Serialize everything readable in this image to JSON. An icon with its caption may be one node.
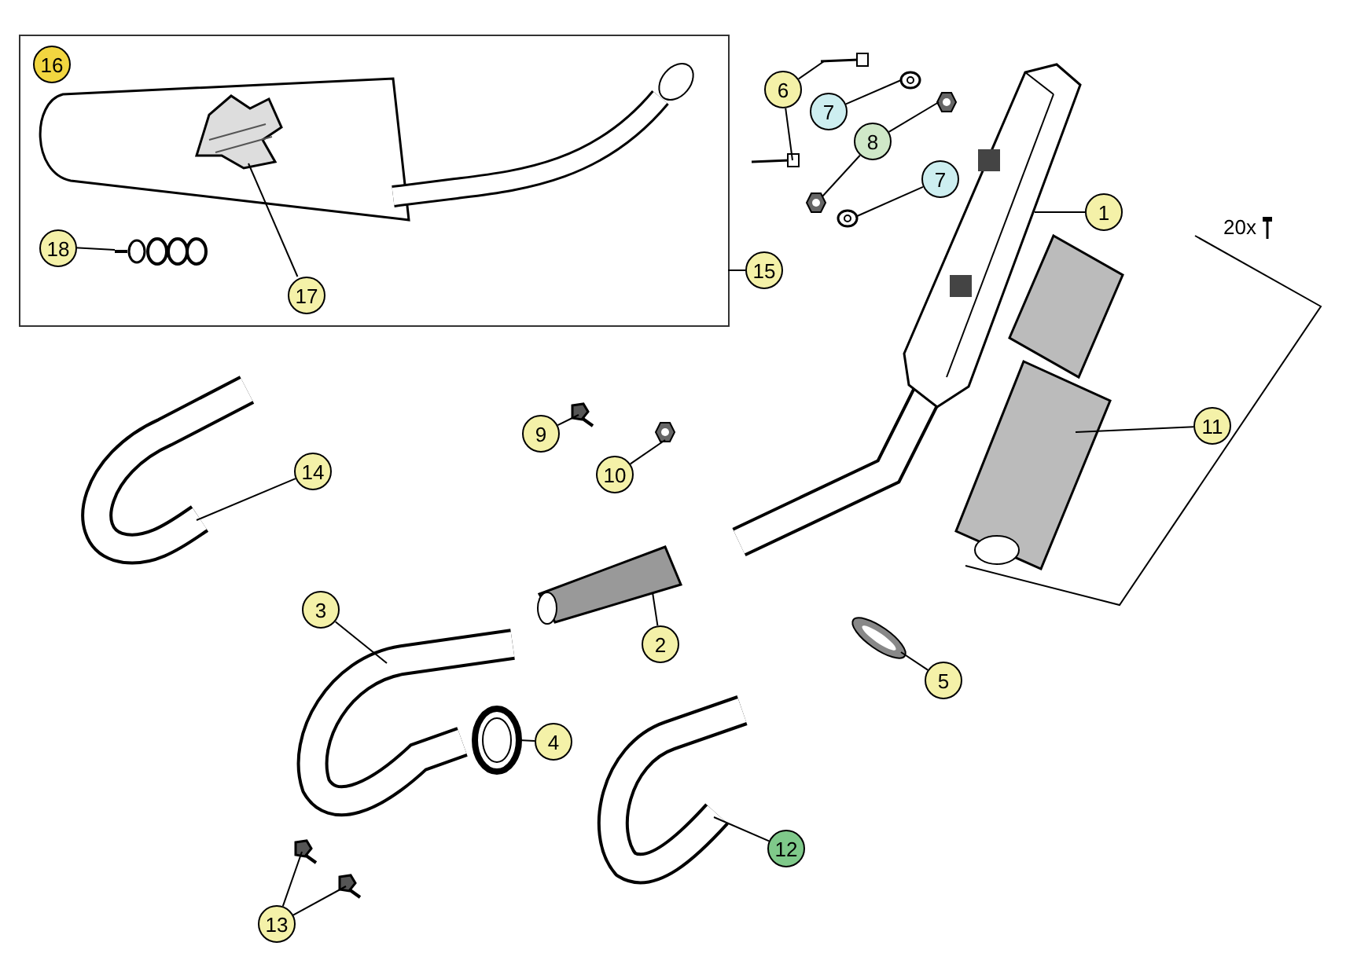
{
  "diagram": {
    "nodes": [
      {
        "text": [],
        "shape": "box"
      },
      {
        "text": [
          "16"
        ],
        "in": 0
      },
      {
        "text": [
          "17"
        ],
        "in": 0
      },
      {
        "text": [],
        "shape": "picture",
        "in": 0
      },
      {
        "text": [
          "18"
        ],
        "in": 0
      },
      {
        "text": [],
        "shape": "picture",
        "in": 0
      },
      {
        "text": [
          "6"
        ]
      },
      {
        "text": [],
        "shape": "picture"
      },
      {
        "text": [],
        "shape": "picture"
      },
      {
        "text": [
          "7"
        ]
      },
      {
        "text": [],
        "shape": "picture"
      },
      {
        "text": [
          "8"
        ]
      },
      {
        "text": [],
        "shape": "picture"
      },
      {
        "text": [],
        "shape": "picture"
      },
      {
        "text": [
          "7"
        ]
      },
      {
        "text": [],
        "shape": "picture"
      },
      {
        "text": [
          "1"
        ]
      },
      {
        "text": [],
        "shape": "picture"
      },
      {
        "text": [
          "15"
        ]
      },
      {
        "text": [
          "11"
        ]
      },
      {
        "text": [],
        "shape": "picture"
      },
      {
        "text": [
          "9"
        ]
      },
      {
        "text": [],
        "shape": "screw"
      },
      {
        "text": [
          "10"
        ]
      },
      {
        "text": [],
        "shape": "picture"
      },
      {
        "text": [
          "14"
        ]
      },
      {
        "text": [],
        "shape": "picture"
      },
      {
        "text": [
          "3"
        ]
      },
      {
        "text": [],
        "shape": "picture"
      },
      {
        "text": [
          "2"
        ]
      },
      {
        "text": [],
        "shape": "picture"
      },
      {
        "text": [
          "4"
        ]
      },
      {
        "text": [],
        "shape": "picture"
      },
      {
        "text": [
          "5"
        ]
      },
      {
        "text": [],
        "shape": "picture"
      },
      {
        "text": [
          "12"
        ]
      },
      {
        "text": [],
        "shape": "picture"
      },
      {
        "text": [
          "13"
        ]
      },
      {
        "text": [],
        "shape": "screw"
      },
      {
        "text": [],
        "shape": "screw"
      }
    ],
    "edges": [
      {
        "from": 2,
        "to": 3,
        "arrow": "none"
      },
      {
        "from": 4,
        "to": 5,
        "arrow": "none"
      },
      {
        "from": 6,
        "to": 7,
        "arrow": "none"
      },
      {
        "from": 6,
        "to": 8,
        "arrow": "none"
      },
      {
        "from": 9,
        "to": 10,
        "arrow": "none"
      },
      {
        "from": 11,
        "to": 12,
        "arrow": "none"
      },
      {
        "from": 11,
        "to": 13,
        "arrow": "none"
      },
      {
        "from": 14,
        "to": 15,
        "arrow": "none"
      },
      {
        "from": 16,
        "to": 17,
        "arrow": "none"
      },
      {
        "from": 18,
        "to": 0,
        "arrow": "none"
      },
      {
        "from": 19,
        "to": 20,
        "arrow": "none"
      },
      {
        "from": 21,
        "to": 22,
        "arrow": "none"
      },
      {
        "from": 23,
        "to": 24,
        "arrow": "none"
      },
      {
        "from": 25,
        "to": 26,
        "arrow": "none"
      },
      {
        "from": 27,
        "to": 28,
        "arrow": "none"
      },
      {
        "from": 29,
        "to": 30,
        "arrow": "none"
      },
      {
        "from": 31,
        "to": 32,
        "arrow": "none"
      },
      {
        "from": 33,
        "to": 34,
        "arrow": "none"
      },
      {
        "from": 35,
        "to": 36,
        "arrow": "none"
      },
      {
        "from": 37,
        "to": 38,
        "arrow": "none"
      },
      {
        "from": 37,
        "to": 39,
        "arrow": "none"
      }
    ],
    "labels": [
      "20x"
    ]
  }
}
